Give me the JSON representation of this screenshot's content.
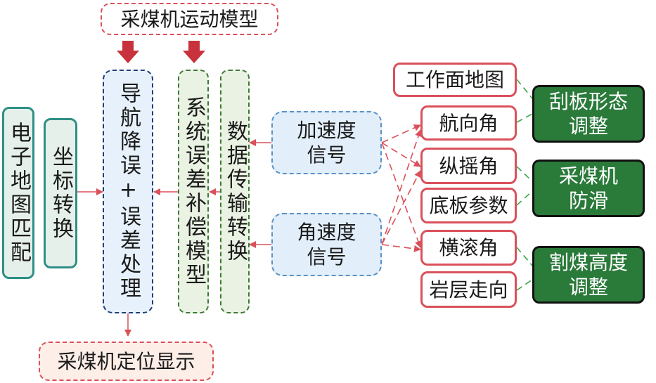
{
  "nodes": {
    "motion_model": "采煤机运动模型",
    "e_map": "电子地图匹配",
    "coord": "坐标转换",
    "nav": "导航降误+误差处理",
    "syserr": "系统误差补偿模型",
    "transfer": "数据传输转换",
    "accel": "加速度信号",
    "angvel": "角速度信号",
    "workface": "工作面地图",
    "heading": "航向角",
    "pitch": "纵摇角",
    "floor": "底板参数",
    "roll": "横滚角",
    "rock": "岩层走向",
    "scraper": "刮板形态调整",
    "antiskid": "采煤机防滑",
    "cutheight": "割煤高度调整",
    "display": "采煤机定位显示"
  },
  "colors": {
    "red": "#d9515b",
    "dark_red": "#c0392b",
    "green_connector": "#3aa54a",
    "dark_green_fill": "#2a7a3a"
  }
}
